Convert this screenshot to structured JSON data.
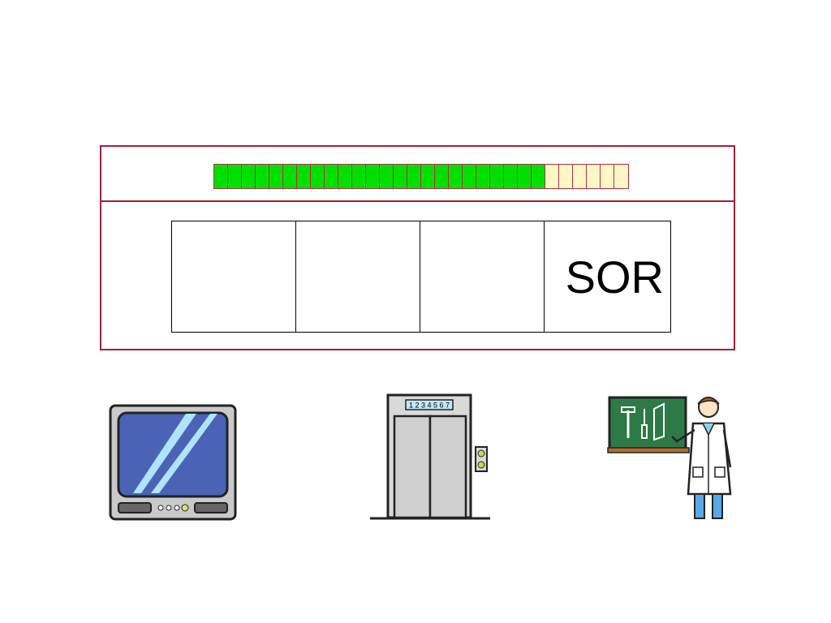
{
  "progress": {
    "total": 30,
    "completed": 24,
    "done_color": "#00e000",
    "todo_color": "#fff7c4"
  },
  "answers": [
    {
      "text": ""
    },
    {
      "text": ""
    },
    {
      "text": ""
    },
    {
      "text": "SOR"
    }
  ],
  "pictures": [
    {
      "name": "television-icon"
    },
    {
      "name": "elevator-icon",
      "floor_display": "1 2 3 4 5 6 7"
    },
    {
      "name": "teacher-icon"
    }
  ]
}
